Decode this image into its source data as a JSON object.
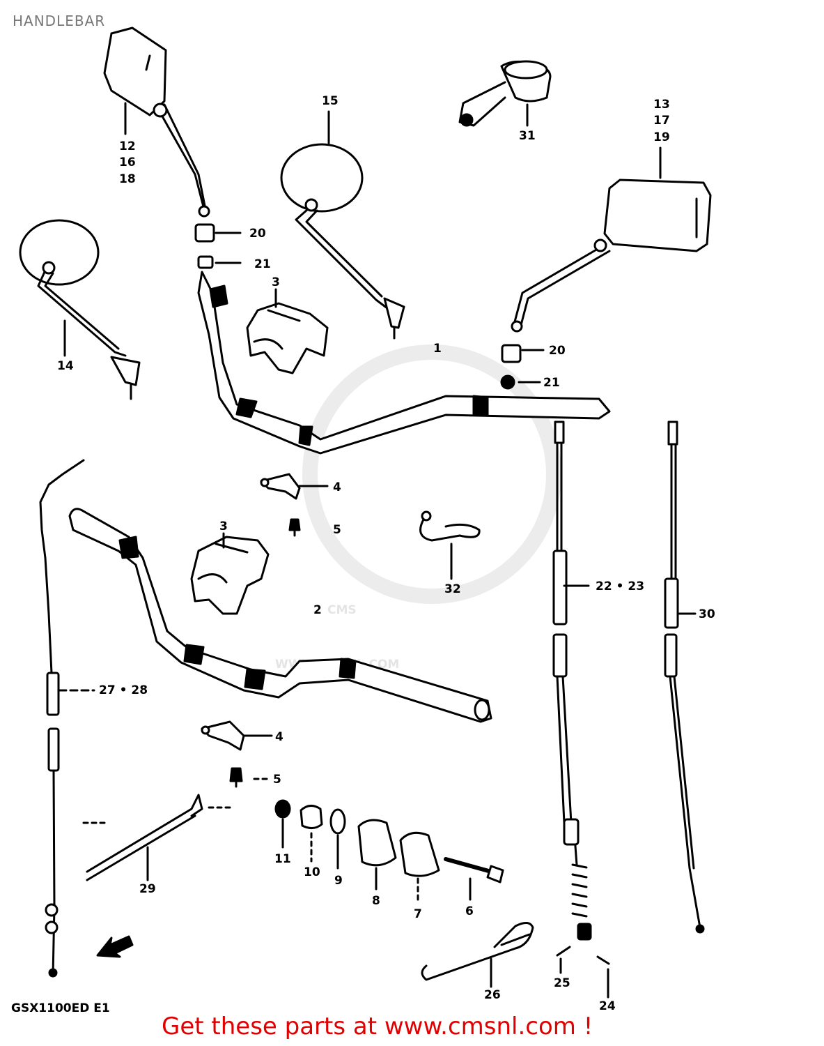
{
  "header": {
    "title": "HANDLEBAR"
  },
  "watermark": {
    "logo_text": "CMS",
    "url_text": "WWW.CMSNL.COM"
  },
  "footer": {
    "model_code": "GSX1100ED E1",
    "promo": "Get these parts at www.cmsnl.com !"
  },
  "callouts": {
    "c1": "1",
    "c2": "2",
    "c3a": "3",
    "c3b": "3",
    "c4a": "4",
    "c4b": "4",
    "c5a": "5",
    "c5b": "5",
    "c6": "6",
    "c7": "7",
    "c8": "8",
    "c9": "9",
    "c10": "10",
    "c11": "11",
    "c12": "12",
    "c16": "16",
    "c18": "18",
    "c13": "13",
    "c17": "17",
    "c19": "19",
    "c14": "14",
    "c15": "15",
    "c20a": "20",
    "c20b": "20",
    "c21a": "21",
    "c21b": "21",
    "c22_23": "22 • 23",
    "c24": "24",
    "c25": "25",
    "c26": "26",
    "c27_28": "27 • 28",
    "c29": "29",
    "c30": "30",
    "c31": "31",
    "c32": "32"
  },
  "colors": {
    "line": "#000000",
    "promo": "#e00000",
    "watermark": "#e4e4e4"
  }
}
